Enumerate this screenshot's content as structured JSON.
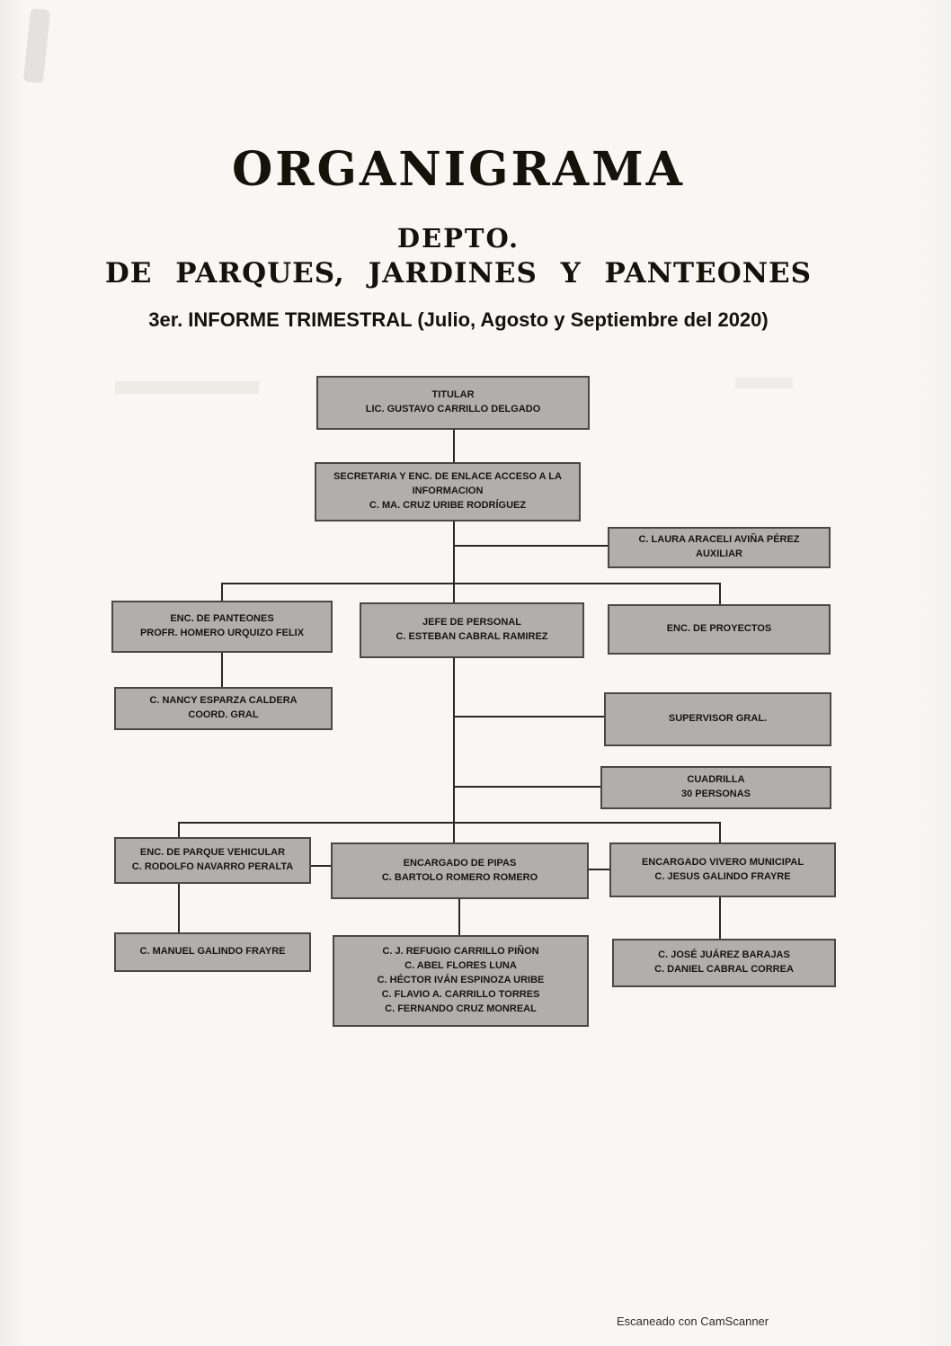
{
  "header": {
    "title": "ORGANIGRAMA",
    "dept_line1": "DEPTO.",
    "dept_line2": "DE PARQUES, JARDINES Y PANTEONES",
    "report_line": "3er. INFORME TRIMESTRAL (Julio, Agosto y Septiembre del 2020)"
  },
  "nodes": {
    "titular": {
      "lines": [
        "TITULAR",
        "LIC. GUSTAVO CARRILLO DELGADO"
      ]
    },
    "secretaria": {
      "lines": [
        "SECRETARIA Y ENC. DE ENLACE ACCESO A LA INFORMACION",
        "C. MA. CRUZ URIBE RODRÍGUEZ"
      ]
    },
    "auxiliar": {
      "lines": [
        "C. LAURA ARACELI AVIÑA PÉREZ",
        "AUXILIAR"
      ]
    },
    "enc_panteones": {
      "lines": [
        "ENC. DE PANTEONES",
        "PROFR. HOMERO URQUIZO FELIX"
      ]
    },
    "jefe_personal": {
      "lines": [
        "JEFE DE PERSONAL",
        "C. ESTEBAN CABRAL RAMIREZ"
      ]
    },
    "enc_proyectos": {
      "lines": [
        "ENC. DE PROYECTOS"
      ]
    },
    "coord_gral": {
      "lines": [
        "C. NANCY ESPARZA CALDERA",
        "COORD. GRAL"
      ]
    },
    "supervisor_gral": {
      "lines": [
        "SUPERVISOR GRAL."
      ]
    },
    "cuadrilla": {
      "lines": [
        "CUADRILLA",
        "30 PERSONAS"
      ]
    },
    "parque_vehicular": {
      "lines": [
        "ENC. DE PARQUE VEHICULAR",
        "C. RODOLFO NAVARRO PERALTA"
      ]
    },
    "enc_pipas": {
      "lines": [
        "ENCARGADO DE PIPAS",
        "C. BARTOLO ROMERO ROMERO"
      ]
    },
    "vivero_municipal": {
      "lines": [
        "ENCARGADO VIVERO MUNICIPAL",
        "C. JESUS GALINDO FRAYRE"
      ]
    },
    "manuel_galindo": {
      "lines": [
        "C. MANUEL GALINDO FRAYRE"
      ]
    },
    "pipas_staff": {
      "lines": [
        "C. J. REFUGIO CARRILLO PIÑON",
        "C. ABEL FLORES LUNA",
        "C. HÉCTOR IVÁN ESPINOZA URIBE",
        "C. FLAVIO A. CARRILLO TORRES",
        "C. FERNANDO CRUZ MONREAL"
      ]
    },
    "vivero_staff": {
      "lines": [
        "C. JOSÉ JUÁREZ BARAJAS",
        "C. DANIEL CABRAL CORREA"
      ]
    }
  },
  "footer": {
    "scan_note": "Escaneado con CamScanner"
  }
}
